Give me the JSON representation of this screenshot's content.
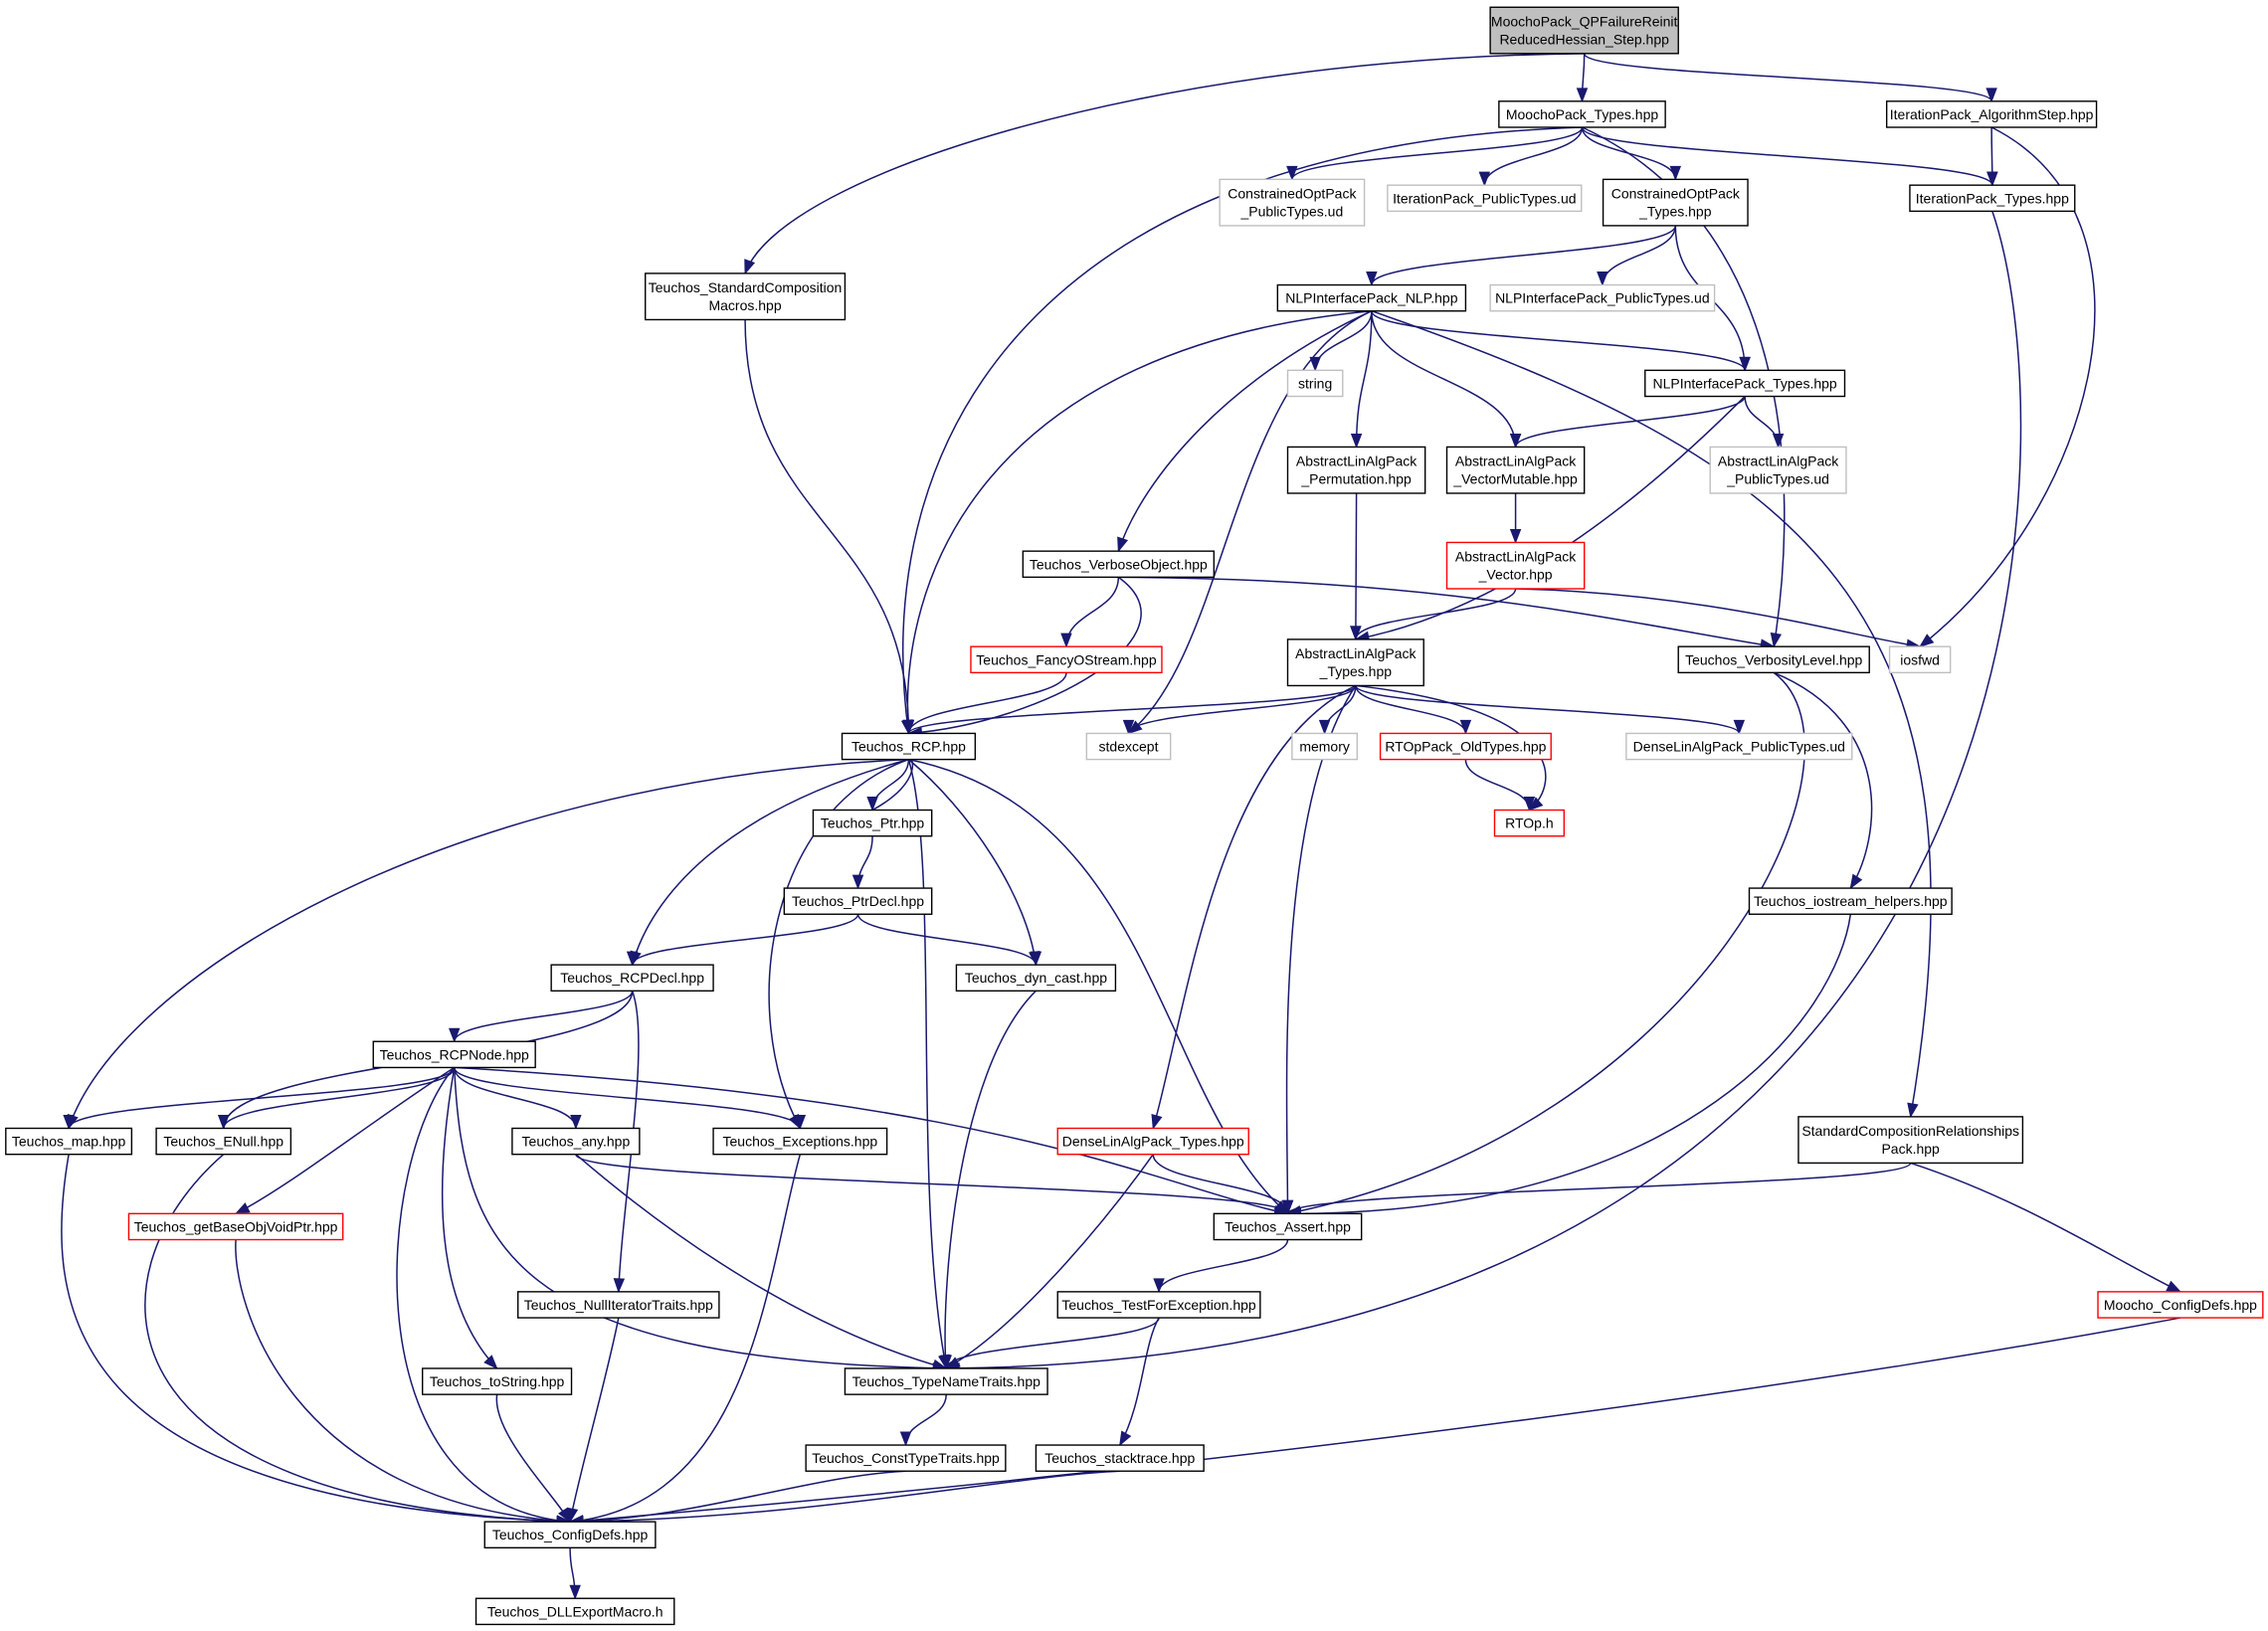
{
  "legend": {
    "colors": {
      "edge": "#191970",
      "root_fill": "#bfbfbf",
      "external_border": "#bfbfbf",
      "truncated_border": "#ff0000",
      "normal_border": "#000000"
    }
  },
  "nodes": [
    {
      "id": "root",
      "lines": [
        "MoochoPack_QPFailureReinit",
        "ReducedHessian_Step.hpp"
      ],
      "kind": "root"
    },
    {
      "id": "moocho_types",
      "lines": [
        "MoochoPack_Types.hpp"
      ],
      "kind": "normal"
    },
    {
      "id": "iter_algstep",
      "lines": [
        "IterationPack_AlgorithmStep.hpp"
      ],
      "kind": "normal"
    },
    {
      "id": "copt_public_ud",
      "lines": [
        "ConstrainedOptPack",
        "_PublicTypes.ud"
      ],
      "kind": "external"
    },
    {
      "id": "iter_public_ud",
      "lines": [
        "IterationPack_PublicTypes.ud"
      ],
      "kind": "external"
    },
    {
      "id": "copt_types",
      "lines": [
        "ConstrainedOptPack",
        "_Types.hpp"
      ],
      "kind": "normal"
    },
    {
      "id": "iter_types",
      "lines": [
        "IterationPack_Types.hpp"
      ],
      "kind": "normal"
    },
    {
      "id": "std_comp_macros",
      "lines": [
        "Teuchos_StandardComposition",
        "Macros.hpp"
      ],
      "kind": "normal"
    },
    {
      "id": "nlp",
      "lines": [
        "NLPInterfacePack_NLP.hpp"
      ],
      "kind": "normal"
    },
    {
      "id": "nlp_public_ud",
      "lines": [
        "NLPInterfacePack_PublicTypes.ud"
      ],
      "kind": "external"
    },
    {
      "id": "string",
      "lines": [
        "string"
      ],
      "kind": "external"
    },
    {
      "id": "nlp_types",
      "lines": [
        "NLPInterfacePack_Types.hpp"
      ],
      "kind": "normal"
    },
    {
      "id": "ala_perm",
      "lines": [
        "AbstractLinAlgPack",
        "_Permutation.hpp"
      ],
      "kind": "normal"
    },
    {
      "id": "ala_vecmut",
      "lines": [
        "AbstractLinAlgPack",
        "_VectorMutable.hpp"
      ],
      "kind": "normal"
    },
    {
      "id": "ala_public_ud",
      "lines": [
        "AbstractLinAlgPack",
        "_PublicTypes.ud"
      ],
      "kind": "external"
    },
    {
      "id": "verbose_obj",
      "lines": [
        "Teuchos_VerboseObject.hpp"
      ],
      "kind": "normal"
    },
    {
      "id": "ala_vector",
      "lines": [
        "AbstractLinAlgPack",
        "_Vector.hpp"
      ],
      "kind": "truncated"
    },
    {
      "id": "fancy_ostream",
      "lines": [
        "Teuchos_FancyOStream.hpp"
      ],
      "kind": "truncated"
    },
    {
      "id": "ala_types",
      "lines": [
        "AbstractLinAlgPack",
        "_Types.hpp"
      ],
      "kind": "normal"
    },
    {
      "id": "verbosity",
      "lines": [
        "Teuchos_VerbosityLevel.hpp"
      ],
      "kind": "normal"
    },
    {
      "id": "iosfwd",
      "lines": [
        "iosfwd"
      ],
      "kind": "external"
    },
    {
      "id": "rcp",
      "lines": [
        "Teuchos_RCP.hpp"
      ],
      "kind": "normal"
    },
    {
      "id": "stdexcept",
      "lines": [
        "stdexcept"
      ],
      "kind": "external"
    },
    {
      "id": "memory",
      "lines": [
        "memory"
      ],
      "kind": "external"
    },
    {
      "id": "rtop_old",
      "lines": [
        "RTOpPack_OldTypes.hpp"
      ],
      "kind": "truncated"
    },
    {
      "id": "dla_public_ud",
      "lines": [
        "DenseLinAlgPack_PublicTypes.ud"
      ],
      "kind": "external"
    },
    {
      "id": "ptr",
      "lines": [
        "Teuchos_Ptr.hpp"
      ],
      "kind": "normal"
    },
    {
      "id": "rtop_h",
      "lines": [
        "RTOp.h"
      ],
      "kind": "truncated"
    },
    {
      "id": "ptrdecl",
      "lines": [
        "Teuchos_PtrDecl.hpp"
      ],
      "kind": "normal"
    },
    {
      "id": "iostream_helpers",
      "lines": [
        "Teuchos_iostream_helpers.hpp"
      ],
      "kind": "normal"
    },
    {
      "id": "rcpdecl",
      "lines": [
        "Teuchos_RCPDecl.hpp"
      ],
      "kind": "normal"
    },
    {
      "id": "dyn_cast",
      "lines": [
        "Teuchos_dyn_cast.hpp"
      ],
      "kind": "normal"
    },
    {
      "id": "rcpnode",
      "lines": [
        "Teuchos_RCPNode.hpp"
      ],
      "kind": "normal"
    },
    {
      "id": "map",
      "lines": [
        "Teuchos_map.hpp"
      ],
      "kind": "normal"
    },
    {
      "id": "enull",
      "lines": [
        "Teuchos_ENull.hpp"
      ],
      "kind": "normal"
    },
    {
      "id": "any",
      "lines": [
        "Teuchos_any.hpp"
      ],
      "kind": "normal"
    },
    {
      "id": "exceptions",
      "lines": [
        "Teuchos_Exceptions.hpp"
      ],
      "kind": "normal"
    },
    {
      "id": "dla_types",
      "lines": [
        "DenseLinAlgPack_Types.hpp"
      ],
      "kind": "truncated"
    },
    {
      "id": "std_comp_rel",
      "lines": [
        "StandardCompositionRelationships",
        "Pack.hpp"
      ],
      "kind": "normal"
    },
    {
      "id": "getbase",
      "lines": [
        "Teuchos_getBaseObjVoidPtr.hpp"
      ],
      "kind": "truncated"
    },
    {
      "id": "assert",
      "lines": [
        "Teuchos_Assert.hpp"
      ],
      "kind": "normal"
    },
    {
      "id": "nulliter",
      "lines": [
        "Teuchos_NullIteratorTraits.hpp"
      ],
      "kind": "normal"
    },
    {
      "id": "testforexc",
      "lines": [
        "Teuchos_TestForException.hpp"
      ],
      "kind": "normal"
    },
    {
      "id": "moocho_config",
      "lines": [
        "Moocho_ConfigDefs.hpp"
      ],
      "kind": "truncated"
    },
    {
      "id": "tostring",
      "lines": [
        "Teuchos_toString.hpp"
      ],
      "kind": "normal"
    },
    {
      "id": "typenametraits",
      "lines": [
        "Teuchos_TypeNameTraits.hpp"
      ],
      "kind": "normal"
    },
    {
      "id": "consttypetraits",
      "lines": [
        "Teuchos_ConstTypeTraits.hpp"
      ],
      "kind": "normal"
    },
    {
      "id": "stacktrace",
      "lines": [
        "Teuchos_stacktrace.hpp"
      ],
      "kind": "normal"
    },
    {
      "id": "configdefs",
      "lines": [
        "Teuchos_ConfigDefs.hpp"
      ],
      "kind": "normal"
    },
    {
      "id": "dllexport",
      "lines": [
        "Teuchos_DLLExportMacro.h"
      ],
      "kind": "normal"
    }
  ],
  "edges": [
    [
      "root",
      "moocho_types"
    ],
    [
      "root",
      "iter_algstep"
    ],
    [
      "root",
      "std_comp_macros"
    ],
    [
      "moocho_types",
      "copt_public_ud"
    ],
    [
      "moocho_types",
      "iter_public_ud"
    ],
    [
      "moocho_types",
      "copt_types"
    ],
    [
      "moocho_types",
      "iter_types"
    ],
    [
      "moocho_types",
      "verbosity"
    ],
    [
      "moocho_types",
      "rcp"
    ],
    [
      "iter_algstep",
      "iter_types"
    ],
    [
      "iter_algstep",
      "iosfwd"
    ],
    [
      "iter_types",
      "typenametraits"
    ],
    [
      "copt_types",
      "nlp"
    ],
    [
      "copt_types",
      "nlp_public_ud"
    ],
    [
      "copt_types",
      "nlp_types"
    ],
    [
      "std_comp_macros",
      "rcp"
    ],
    [
      "nlp",
      "string"
    ],
    [
      "nlp",
      "ala_perm"
    ],
    [
      "nlp",
      "ala_vecmut"
    ],
    [
      "nlp",
      "nlp_types"
    ],
    [
      "nlp",
      "verbose_obj"
    ],
    [
      "nlp",
      "stdexcept"
    ],
    [
      "nlp",
      "rcp"
    ],
    [
      "nlp",
      "std_comp_rel"
    ],
    [
      "nlp_types",
      "ala_vecmut"
    ],
    [
      "nlp_types",
      "ala_public_ud"
    ],
    [
      "nlp_types",
      "ala_types"
    ],
    [
      "ala_perm",
      "ala_types"
    ],
    [
      "ala_vecmut",
      "ala_vector"
    ],
    [
      "ala_vector",
      "ala_types"
    ],
    [
      "ala_vector",
      "iosfwd"
    ],
    [
      "verbose_obj",
      "fancy_ostream"
    ],
    [
      "verbose_obj",
      "verbosity"
    ],
    [
      "verbose_obj",
      "rcp"
    ],
    [
      "fancy_ostream",
      "rcp"
    ],
    [
      "ala_types",
      "rcp"
    ],
    [
      "ala_types",
      "stdexcept"
    ],
    [
      "ala_types",
      "memory"
    ],
    [
      "ala_types",
      "rtop_old"
    ],
    [
      "ala_types",
      "rtop_h"
    ],
    [
      "ala_types",
      "dla_public_ud"
    ],
    [
      "ala_types",
      "dla_types"
    ],
    [
      "ala_types",
      "assert"
    ],
    [
      "rtop_old",
      "rtop_h"
    ],
    [
      "verbosity",
      "iostream_helpers"
    ],
    [
      "verbosity",
      "assert"
    ],
    [
      "iostream_helpers",
      "assert"
    ],
    [
      "rcp",
      "ptr"
    ],
    [
      "rcp",
      "rcpdecl"
    ],
    [
      "rcp",
      "map"
    ],
    [
      "rcp",
      "exceptions"
    ],
    [
      "rcp",
      "typenametraits"
    ],
    [
      "rcp",
      "dyn_cast"
    ],
    [
      "rcp",
      "assert"
    ],
    [
      "ptr",
      "rcp"
    ],
    [
      "ptr",
      "ptrdecl"
    ],
    [
      "ptrdecl",
      "rcpdecl"
    ],
    [
      "ptrdecl",
      "dyn_cast"
    ],
    [
      "rcpdecl",
      "rcpnode"
    ],
    [
      "rcpdecl",
      "enull"
    ],
    [
      "rcpdecl",
      "nulliter"
    ],
    [
      "dyn_cast",
      "typenametraits"
    ],
    [
      "rcpnode",
      "map"
    ],
    [
      "rcpnode",
      "enull"
    ],
    [
      "rcpnode",
      "any"
    ],
    [
      "rcpnode",
      "exceptions"
    ],
    [
      "rcpnode",
      "assert"
    ],
    [
      "rcpnode",
      "getbase"
    ],
    [
      "rcpnode",
      "tostring"
    ],
    [
      "rcpnode",
      "typenametraits"
    ],
    [
      "rcpnode",
      "configdefs"
    ],
    [
      "map",
      "configdefs"
    ],
    [
      "enull",
      "configdefs"
    ],
    [
      "any",
      "assert"
    ],
    [
      "any",
      "typenametraits"
    ],
    [
      "exceptions",
      "configdefs"
    ],
    [
      "dla_types",
      "assert"
    ],
    [
      "dla_types",
      "typenametraits"
    ],
    [
      "std_comp_rel",
      "assert"
    ],
    [
      "std_comp_rel",
      "moocho_config"
    ],
    [
      "getbase",
      "configdefs"
    ],
    [
      "assert",
      "testforexc"
    ],
    [
      "nulliter",
      "configdefs"
    ],
    [
      "testforexc",
      "typenametraits"
    ],
    [
      "testforexc",
      "stacktrace"
    ],
    [
      "moocho_config",
      "configdefs"
    ],
    [
      "tostring",
      "configdefs"
    ],
    [
      "typenametraits",
      "consttypetraits"
    ],
    [
      "consttypetraits",
      "configdefs"
    ],
    [
      "stacktrace",
      "configdefs"
    ],
    [
      "configdefs",
      "dllexport"
    ]
  ]
}
